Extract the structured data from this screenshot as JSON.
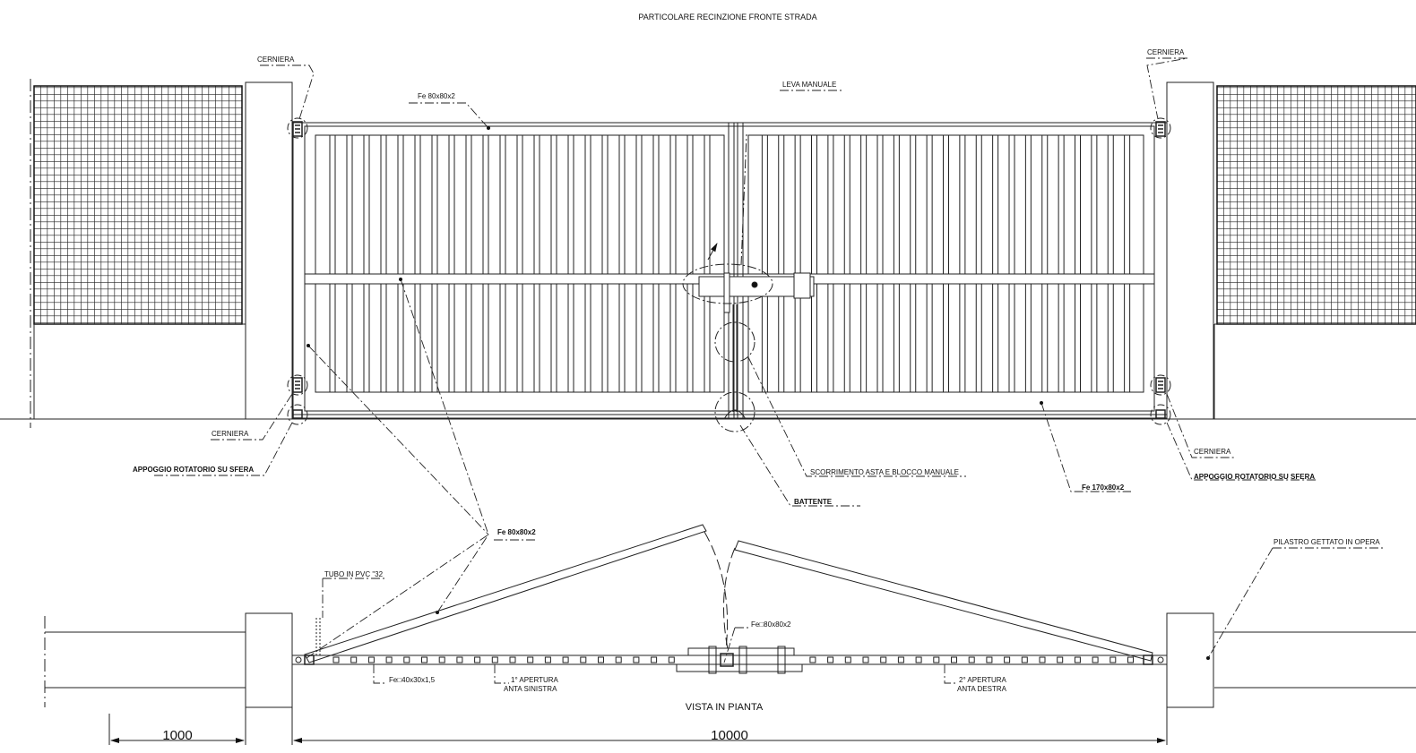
{
  "title": "PARTICOLARE RECINZIONE FRONTE STRADA",
  "labels": {
    "cerniera_top_left": "CERNIERA",
    "cerniera_top_right": "CERNIERA",
    "fe_top_frame": "Fe  80x80x2",
    "leva_manuale": "LEVA MANUALE",
    "cerniera_bottom_left": "CERNIERA",
    "appoggio_left": "APPOGGIO ROTATORIO SU SFERA",
    "scorrimento": "SCORRIMENTO ASTA E BLOCCO MANUALE",
    "battente": "BATTENTE",
    "fe_bottom_frame": "Fe   170x80x2",
    "cerniera_bottom_right": "CERNIERA",
    "appoggio_right": "APPOGGIO ROTATORIO SU SFERA",
    "fe_leaf": "Fe  80x80x2",
    "tubo_pvc": "TUBO IN PVC \"32",
    "pilastro": "PILASTRO GETTATO IN OPERA",
    "fe_center": "Fe□80x80x2",
    "fe_rail": "Fe□40x30x1,5",
    "apertura_1_line1": "1° APERTURA",
    "apertura_1_line2": "ANTA SINISTRA",
    "apertura_2_line1": "2° APERTURA",
    "apertura_2_line2": "ANTA DESTRA",
    "vista_in_pianta": "VISTA IN PIANTA"
  },
  "dimensions": {
    "left": "1000",
    "main": "10000"
  }
}
